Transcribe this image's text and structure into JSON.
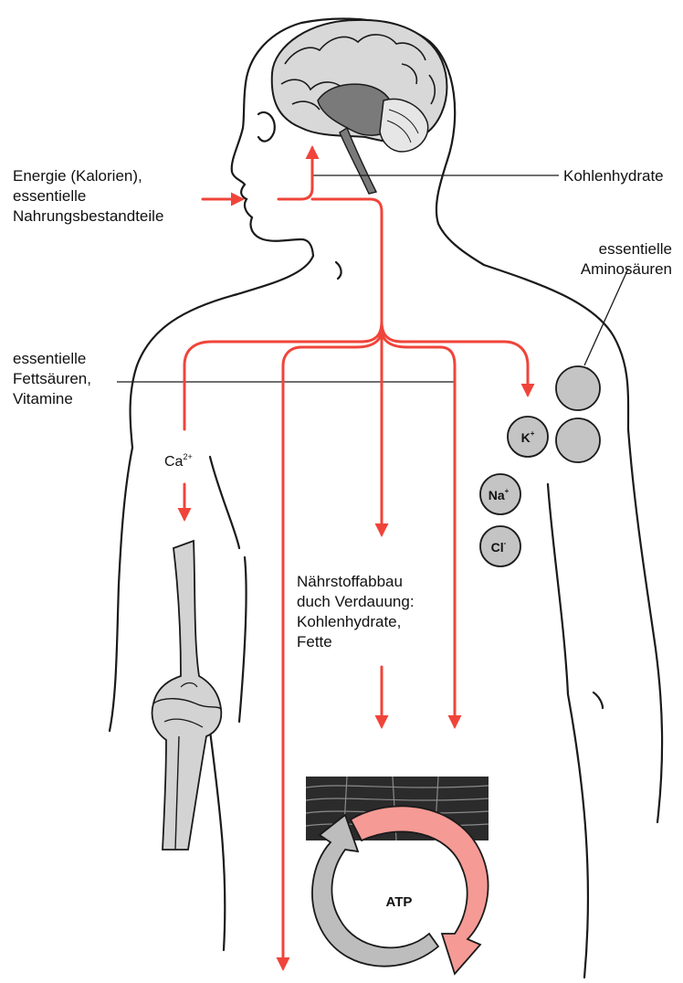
{
  "labels": {
    "energy": [
      "Energie (Kalorien),",
      "essentielle",
      "Nahrungsbestandteile"
    ],
    "carbs_top": "Kohlenhydrate",
    "amino": [
      "essentielle",
      "Aminosäuren"
    ],
    "fats": [
      "essentielle",
      "Fettsäuren,",
      "Vitamine"
    ],
    "digestion": [
      "Nährstoffabbau",
      "duch Verdauung:",
      "Kohlenhydrate,",
      "Fette"
    ],
    "calcium": {
      "base": "Ca",
      "sup": "2+"
    },
    "atp": "ATP"
  },
  "ions": [
    {
      "base": "K",
      "sup": "+"
    },
    {
      "base": "Na",
      "sup": "+"
    },
    {
      "base": "Cl",
      "sup": "-"
    }
  ],
  "colors": {
    "arrow": "#f0443a",
    "cycle_red": "#f59a95",
    "cycle_grey": "#bdbdbd",
    "outline": "#1a1a1a",
    "circle_fill": "#c4c4c4"
  }
}
